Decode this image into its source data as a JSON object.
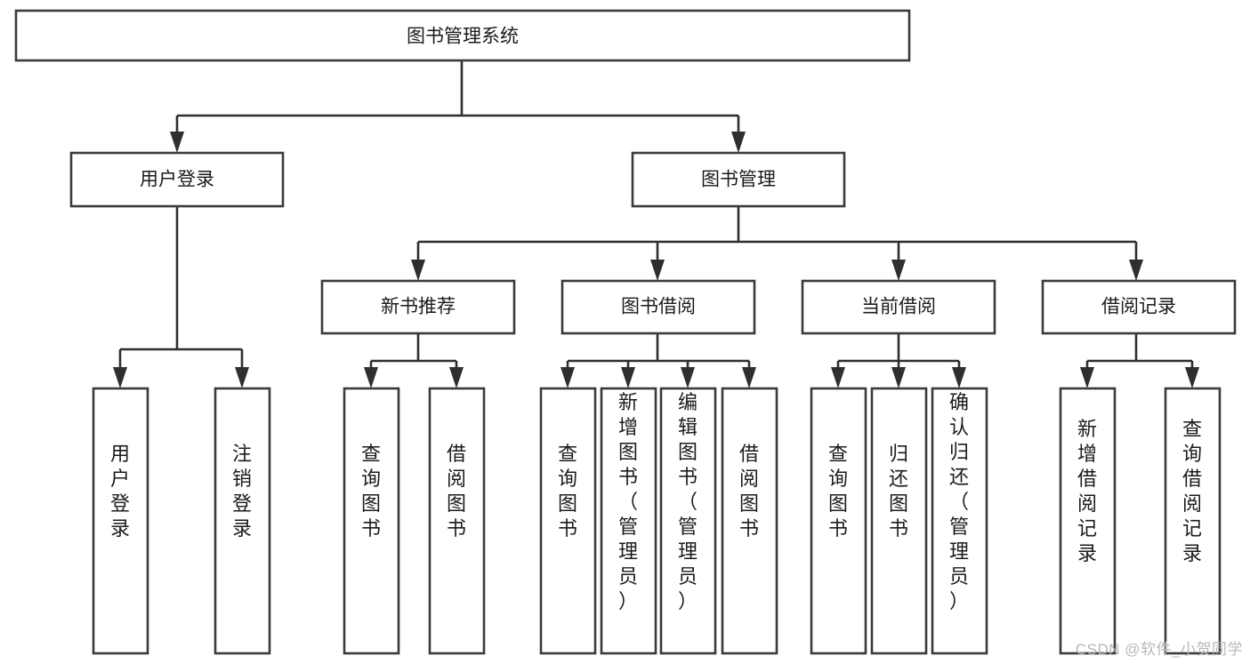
{
  "diagram": {
    "type": "tree-hierarchy",
    "title": "图书管理系统",
    "root": {
      "id": "root",
      "label": "图书管理系统",
      "orientation": "horizontal"
    },
    "level2": [
      {
        "id": "user-login",
        "label": "用户登录",
        "orientation": "horizontal"
      },
      {
        "id": "book-manage",
        "label": "图书管理",
        "orientation": "horizontal"
      }
    ],
    "level3": [
      {
        "id": "new-book-rec",
        "label": "新书推荐",
        "orientation": "horizontal",
        "parent": "book-manage"
      },
      {
        "id": "book-borrow",
        "label": "图书借阅",
        "orientation": "horizontal",
        "parent": "book-manage"
      },
      {
        "id": "current-borrow",
        "label": "当前借阅",
        "orientation": "horizontal",
        "parent": "book-manage"
      },
      {
        "id": "borrow-record",
        "label": "借阅记录",
        "orientation": "horizontal",
        "parent": "book-manage"
      }
    ],
    "leaves": [
      {
        "id": "leaf-user-login",
        "label": "用户登录",
        "orientation": "vertical",
        "parent": "user-login"
      },
      {
        "id": "leaf-user-logout",
        "label": "注销登录",
        "orientation": "vertical",
        "parent": "user-login"
      },
      {
        "id": "leaf-query-book-1",
        "label": "查询图书",
        "orientation": "vertical",
        "parent": "new-book-rec"
      },
      {
        "id": "leaf-borrow-book-1",
        "label": "借阅图书",
        "orientation": "vertical",
        "parent": "new-book-rec"
      },
      {
        "id": "leaf-query-book-2",
        "label": "查询图书",
        "orientation": "vertical",
        "parent": "book-borrow"
      },
      {
        "id": "leaf-add-book",
        "label": "新增图书（管理员）",
        "orientation": "vertical",
        "parent": "book-borrow"
      },
      {
        "id": "leaf-edit-book",
        "label": "编辑图书（管理员）",
        "orientation": "vertical",
        "parent": "book-borrow"
      },
      {
        "id": "leaf-borrow-book-2",
        "label": "借阅图书",
        "orientation": "vertical",
        "parent": "book-borrow"
      },
      {
        "id": "leaf-query-book-3",
        "label": "查询图书",
        "orientation": "vertical",
        "parent": "current-borrow"
      },
      {
        "id": "leaf-return-book",
        "label": "归还图书",
        "orientation": "vertical",
        "parent": "current-borrow"
      },
      {
        "id": "leaf-confirm-return",
        "label": "确认归还（管理员）",
        "orientation": "vertical",
        "parent": "current-borrow"
      },
      {
        "id": "leaf-add-record",
        "label": "新增借阅记录",
        "orientation": "vertical",
        "parent": "borrow-record"
      },
      {
        "id": "leaf-query-record",
        "label": "查询借阅记录",
        "orientation": "vertical",
        "parent": "borrow-record"
      }
    ],
    "colors": {
      "box_stroke": "#3a3a3a",
      "box_fill": "#ffffff",
      "connector": "#2f2f2f",
      "text": "#1b1b1b",
      "background": "#ffffff",
      "watermark": "#b8b8b8"
    }
  },
  "watermark": {
    "text": "CSDN @软件_小贺同学"
  }
}
